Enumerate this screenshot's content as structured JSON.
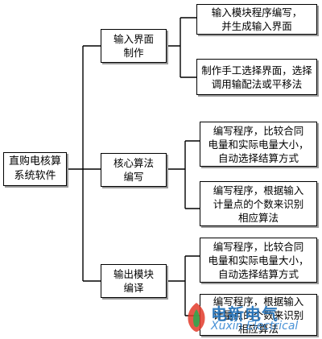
{
  "diagram": {
    "root": {
      "label": "直购电核算\n系统软件"
    },
    "modules": [
      {
        "label": "输入界面\n制作",
        "children": [
          {
            "label": "输入模块程序编写，\n并生成输入界面"
          },
          {
            "label": "制作手工选择界面，选择\n调用输配法或平移法"
          }
        ]
      },
      {
        "label": "核心算法\n编写",
        "children": [
          {
            "label": "编写程序，比较合同\n电量和实际电量大小，\n自动选择结算方式"
          },
          {
            "label": "编写程序，根据输入\n计量点的个数来识别\n相应算法"
          }
        ]
      },
      {
        "label": "输出模块\n编译",
        "children": [
          {
            "label": "编写程序，比较合同\n电量和实际电量大小，\n自动选择结算方式"
          },
          {
            "label": "编写程序，根据输入\n计量点的个数来识别\n相应算法"
          }
        ]
      }
    ]
  },
  "watermark": {
    "name": "电新电气",
    "sub": "Xuxin Electrical",
    "color": "#1f6fb8"
  }
}
